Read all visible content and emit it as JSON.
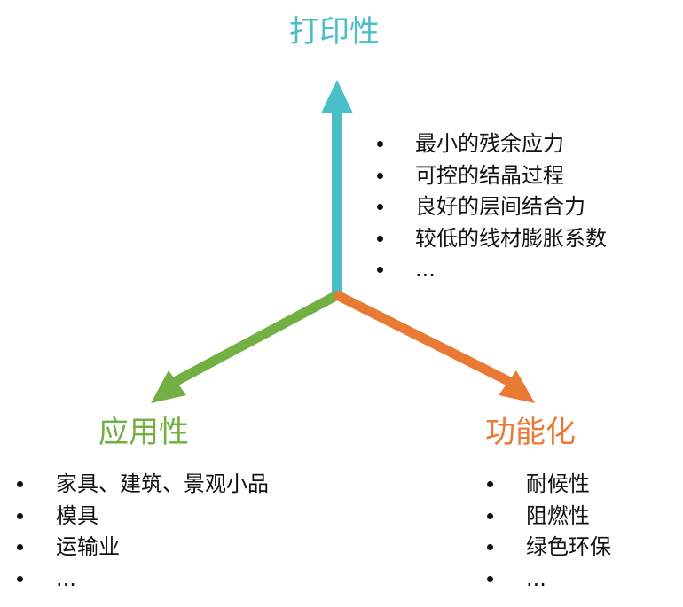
{
  "colors": {
    "printability": "#4bbfc8",
    "applicability": "#72b043",
    "functionalization": "#e97a35"
  },
  "top": {
    "title": "打印性",
    "items": [
      "最小的残余应力",
      "可控的结晶过程",
      "良好的层间结合力",
      "较低的线材膨胀系数",
      "..."
    ]
  },
  "left": {
    "title": "应用性",
    "items": [
      "家具、建筑、景观小品",
      "模具",
      "运输业",
      "..."
    ]
  },
  "right": {
    "title": "功能化",
    "items": [
      "耐候性",
      "阻燃性",
      "绿色环保",
      "..."
    ]
  }
}
